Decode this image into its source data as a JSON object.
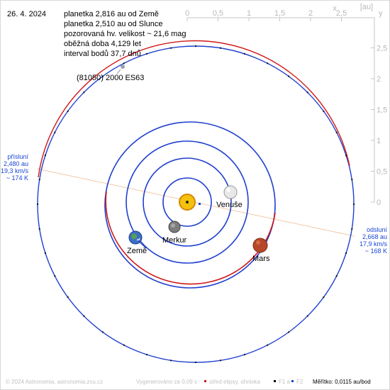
{
  "header": {
    "date": "26. 4. 2024",
    "info_lines": [
      "planetka 2,816 au od Země",
      "planetka 2,510 au od Slunce",
      "pozorovaná hv. velikost ~ 21,6 mag",
      "oběžná doba 4,129 let",
      "interval bodů 37,7 dnů"
    ]
  },
  "asteroid_name": "(81050) 2000 ES63",
  "perihelion": {
    "lines": [
      "přísluní",
      "2,480 au",
      "19,3 km/s",
      "~ 174 K"
    ]
  },
  "aphelion": {
    "lines": [
      "odsluní",
      "2,668 au",
      "17,9 km/s",
      "~ 168 K"
    ]
  },
  "axes": {
    "x_label": "x",
    "y_label": "y",
    "unit": "[au]",
    "x_ticks": [
      "0",
      "0,5",
      "1",
      "1,5",
      "2",
      "2,5"
    ],
    "y_ticks": [
      "2,5",
      "2",
      "1,5",
      "1",
      "0,5",
      "0"
    ]
  },
  "planets": {
    "venus": "Venuše",
    "mercury": "Merkur",
    "earth": "Země",
    "mars": "Mars"
  },
  "footer": {
    "copyright": "© 2024 Astronomia, astronomia.zcu.cz",
    "generated": "Vygenerováno za 0,09 s",
    "legend_center": "střed elipsy, ohniska",
    "legend_f1": "F1 a",
    "legend_f2": "F2",
    "scale": "Měřítko: 0,0115 au/bod"
  },
  "colors": {
    "orbit_blue": "#1f3fcf",
    "orbit_red": "#d01818",
    "apsis_line": "#f3c8a8",
    "label_blue": "#1a46d6",
    "axis_gray": "#bfbfbf"
  }
}
